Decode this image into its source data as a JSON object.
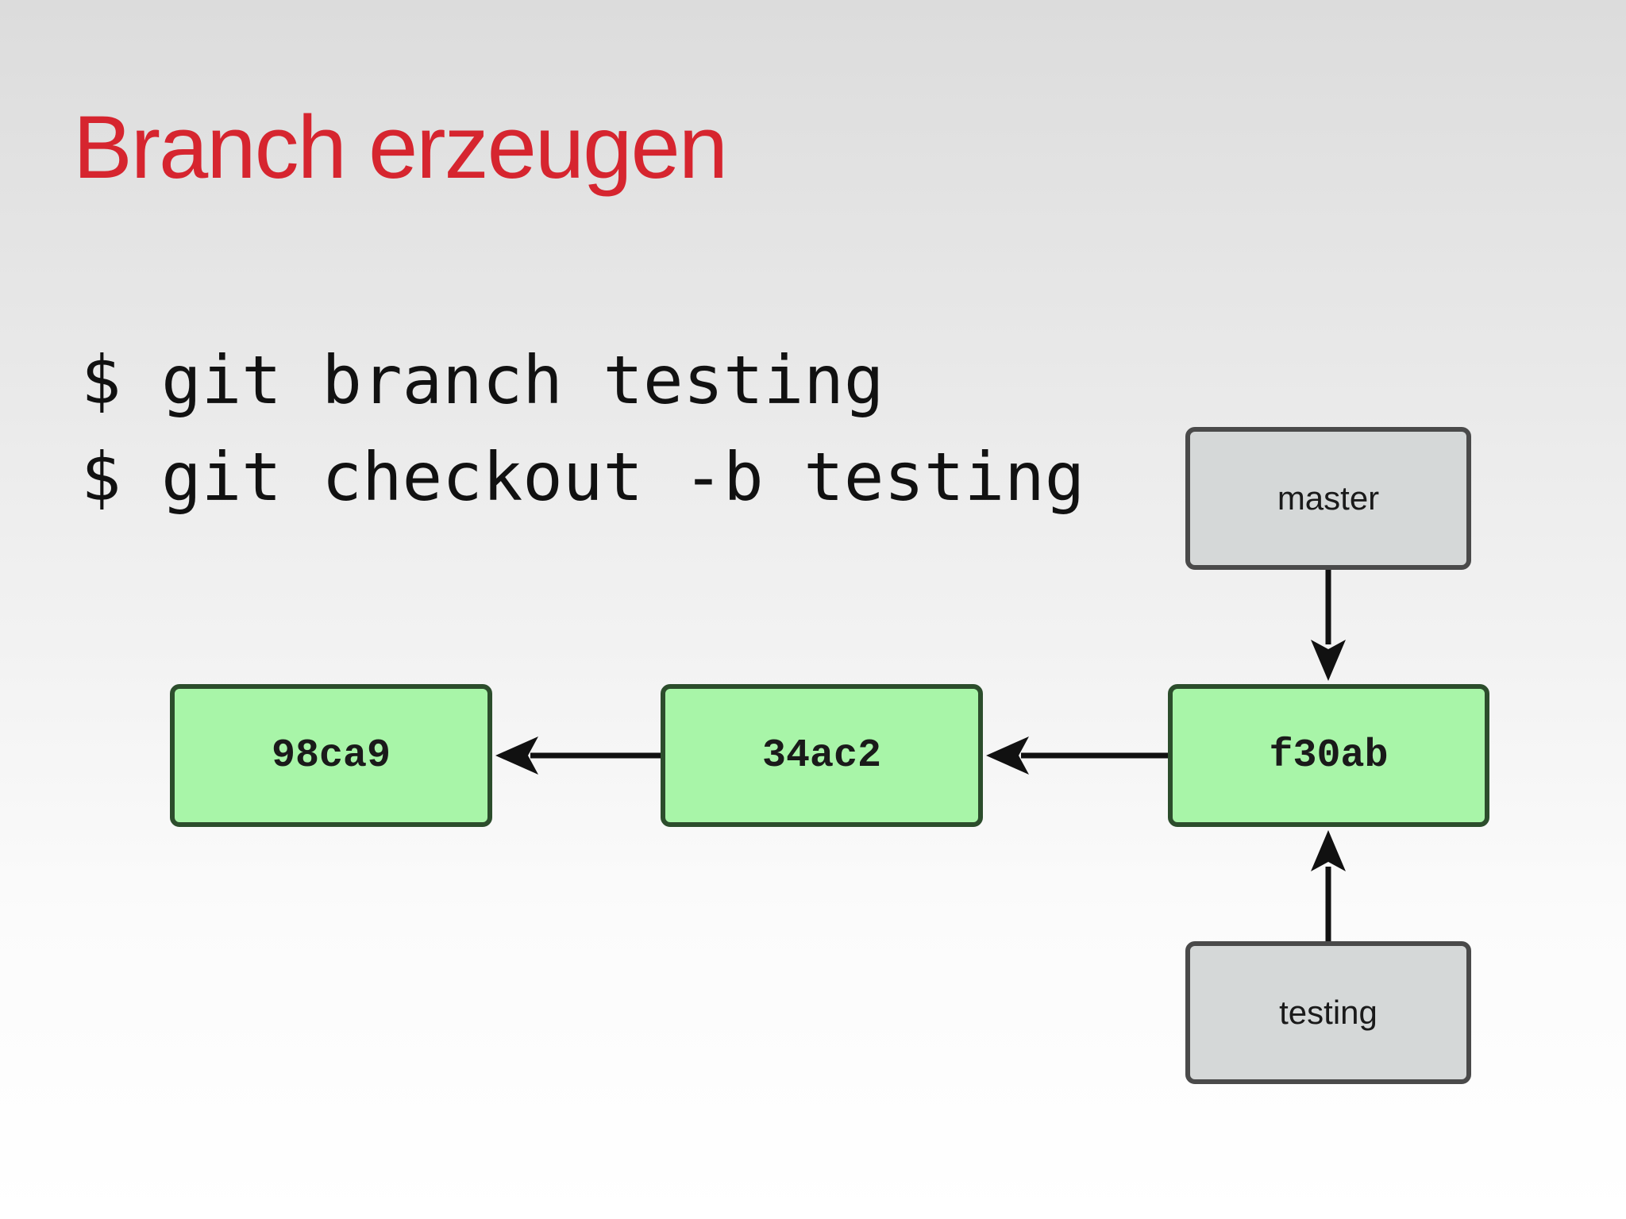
{
  "slide": {
    "title": "Branch erzeugen",
    "title_color": "#d6252f"
  },
  "commands": [
    "$ git branch testing",
    "$ git checkout -b testing"
  ],
  "diagram": {
    "commits": [
      {
        "id": "98ca9"
      },
      {
        "id": "34ac2"
      },
      {
        "id": "f30ab"
      }
    ],
    "branches": [
      {
        "name": "master",
        "points_to": "f30ab"
      },
      {
        "name": "testing",
        "points_to": "f30ab"
      }
    ],
    "edges": [
      {
        "from": "34ac2",
        "to": "98ca9"
      },
      {
        "from": "f30ab",
        "to": "34ac2"
      },
      {
        "from": "master",
        "to": "f30ab"
      },
      {
        "from": "testing",
        "to": "f30ab"
      }
    ],
    "colors": {
      "commit_fill": "#a8f5a8",
      "commit_border": "#2c4d2c",
      "branch_fill": "#d5d8d8",
      "branch_border": "#4a4a4a",
      "arrow": "#111111"
    }
  }
}
